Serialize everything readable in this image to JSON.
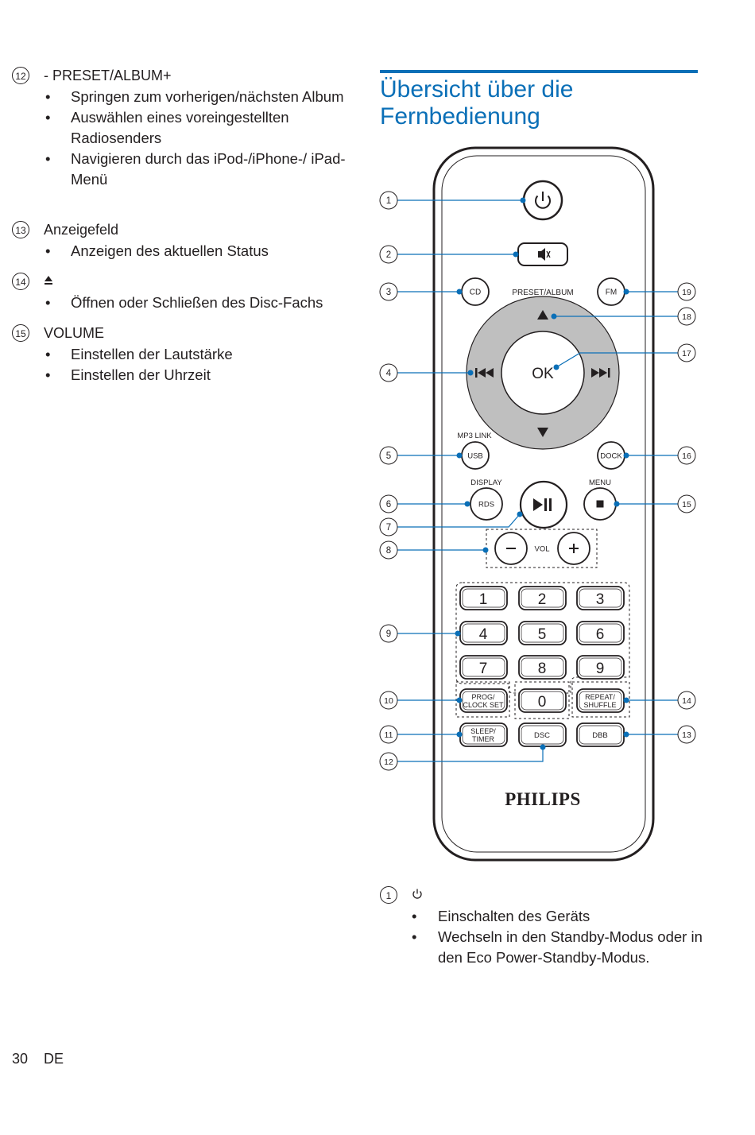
{
  "left_items": [
    {
      "num": "12",
      "title": "- PRESET/ALBUM+",
      "bullets": [
        "Springen zum vorherigen/nächsten Album",
        "Auswählen eines voreingestellten Radiosenders",
        "Navigieren durch das iPod-/iPhone-/ iPad-Menü"
      ]
    },
    {
      "num": "13",
      "title": "Anzeigefeld",
      "bullets": [
        "Anzeigen des aktuellen Status"
      ]
    },
    {
      "num": "14",
      "title": "",
      "bullets": [
        "Öffnen oder Schließen des Disc-Fachs"
      ]
    },
    {
      "num": "15",
      "title": "VOLUME",
      "bullets": [
        "Einstellen der Lautstärke",
        "Einstellen der Uhrzeit"
      ]
    }
  ],
  "section": {
    "title_line1": "Übersicht über die",
    "title_line2": "Fernbedienung",
    "accent_color": "#0a6fb7"
  },
  "remote": {
    "callouts": [
      "1",
      "2",
      "3",
      "4",
      "5",
      "6",
      "7",
      "8",
      "9",
      "10",
      "11",
      "12",
      "13",
      "14",
      "15",
      "16",
      "17",
      "18",
      "19"
    ],
    "buttons": {
      "cd": "CD",
      "fm": "FM",
      "preset_album": "PRESET/ALBUM",
      "ok": "OK",
      "mp3_link": "MP3 LINK",
      "usb": "USB",
      "dock": "DOCK",
      "display": "DISPLAY",
      "rds": "RDS",
      "menu": "MENU",
      "vol": "VOL",
      "digits": [
        "1",
        "2",
        "3",
        "4",
        "5",
        "6",
        "7",
        "8",
        "9"
      ],
      "zero": "0",
      "prog_l1": "PROG/",
      "prog_l2": "CLOCK SET",
      "repeat_l1": "REPEAT/",
      "repeat_l2": "SHUFFLE",
      "sleep_l1": "SLEEP/",
      "sleep_l2": "TIMER",
      "dsc": "DSC",
      "dbb": "DBB",
      "brand": "PHILIPS"
    },
    "icons": [
      "power-icon",
      "mute-icon",
      "up-arrow-icon",
      "down-arrow-icon",
      "previous-icon",
      "next-icon",
      "play-pause-icon",
      "stop-icon",
      "minus-icon",
      "plus-icon"
    ]
  },
  "desc_item": {
    "num": "1",
    "icon": "power-icon",
    "bullets": [
      "Einschalten des Geräts",
      "Wechseln in den Standby-Modus oder in den Eco Power-Standby-Modus."
    ]
  },
  "footer": {
    "page_number": "30",
    "language": "DE"
  }
}
